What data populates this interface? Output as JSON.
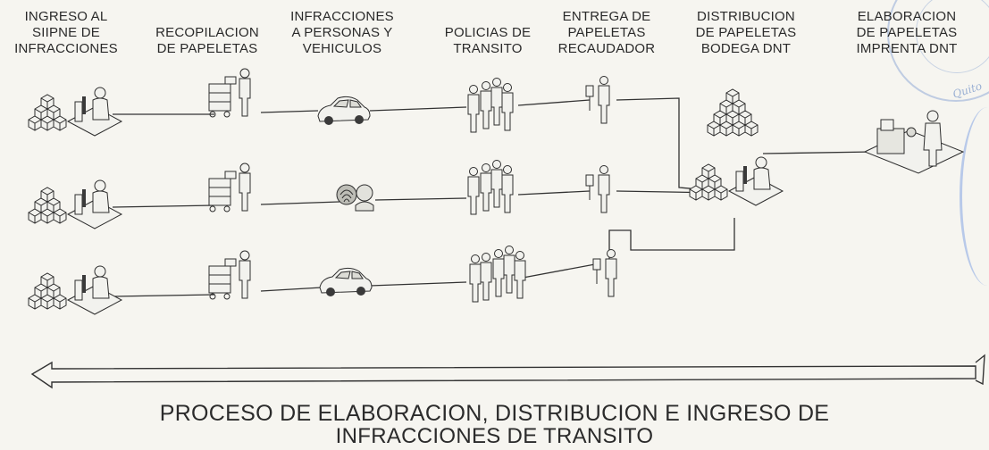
{
  "headers": [
    "INGRESO AL\nSIIPNE DE\nINFRACCIONES",
    "RECOPILACION\nDE PAPELETAS",
    "INFRACCIONES\nA PERSONAS Y\nVEHICULOS",
    "POLICIAS DE\nTRANSITO",
    "ENTREGA DE\nPAPELETAS\nRECAUDADOR",
    "DISTRIBUCION\nDE PAPELETAS\nBODEGA DNT",
    "ELABORACION\nDE PAPELETAS\nIMPRENTA DNT"
  ],
  "footer": {
    "line1": "PROCESO DE ELABORACION, DISTRIBUCION E INGRESO DE",
    "line2": "INFRACCIONES DE TRANSITO"
  },
  "seal_text": "Quito",
  "colors": {
    "line": "#333333",
    "icon_fill": "#f2f2ee",
    "icon_stroke": "#2e2e2e",
    "stamp": "#5a82c8"
  },
  "icons": [
    "boxes-workstation-icon",
    "cart-person-icon",
    "car-icon",
    "fingerprint-icon",
    "police-group-icon",
    "collector-icon",
    "stack-boxes-icon",
    "printer-operator-icon"
  ]
}
